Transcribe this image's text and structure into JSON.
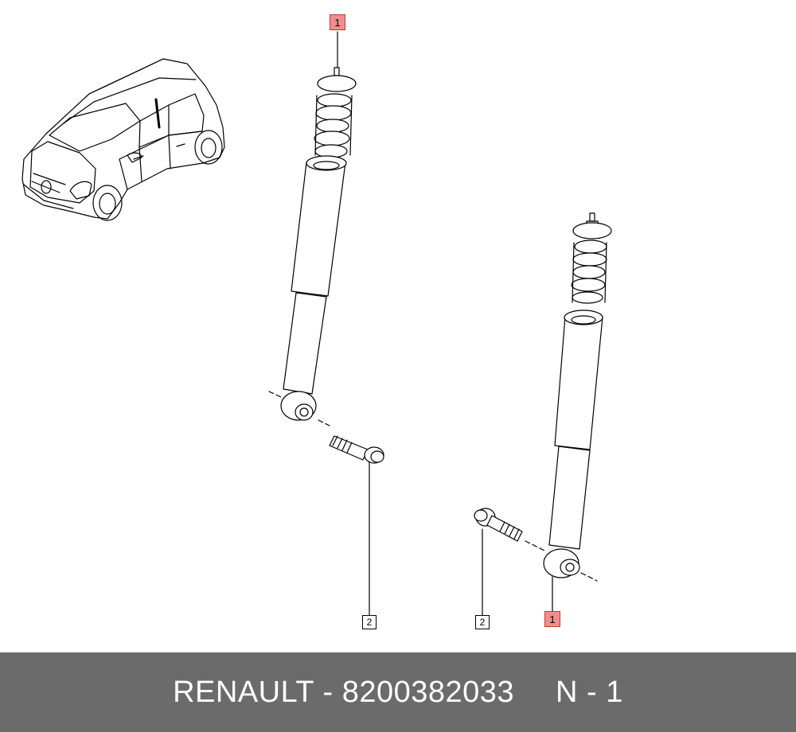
{
  "callouts": {
    "upper_part": "1",
    "lower_part": "1",
    "left_bolt": "2",
    "right_bolt": "2"
  },
  "footer": {
    "brand_part": "RENAULT - 8200382033",
    "quantity": "N - 1"
  },
  "colors": {
    "footer_bg": "#6b6b6b",
    "footer_text": "#ffffff",
    "callout_highlight": "#ef8e8e",
    "line": "#000000"
  },
  "icons": [
    "car-illustration-icon",
    "shock-absorber-icon",
    "bolt-icon"
  ]
}
